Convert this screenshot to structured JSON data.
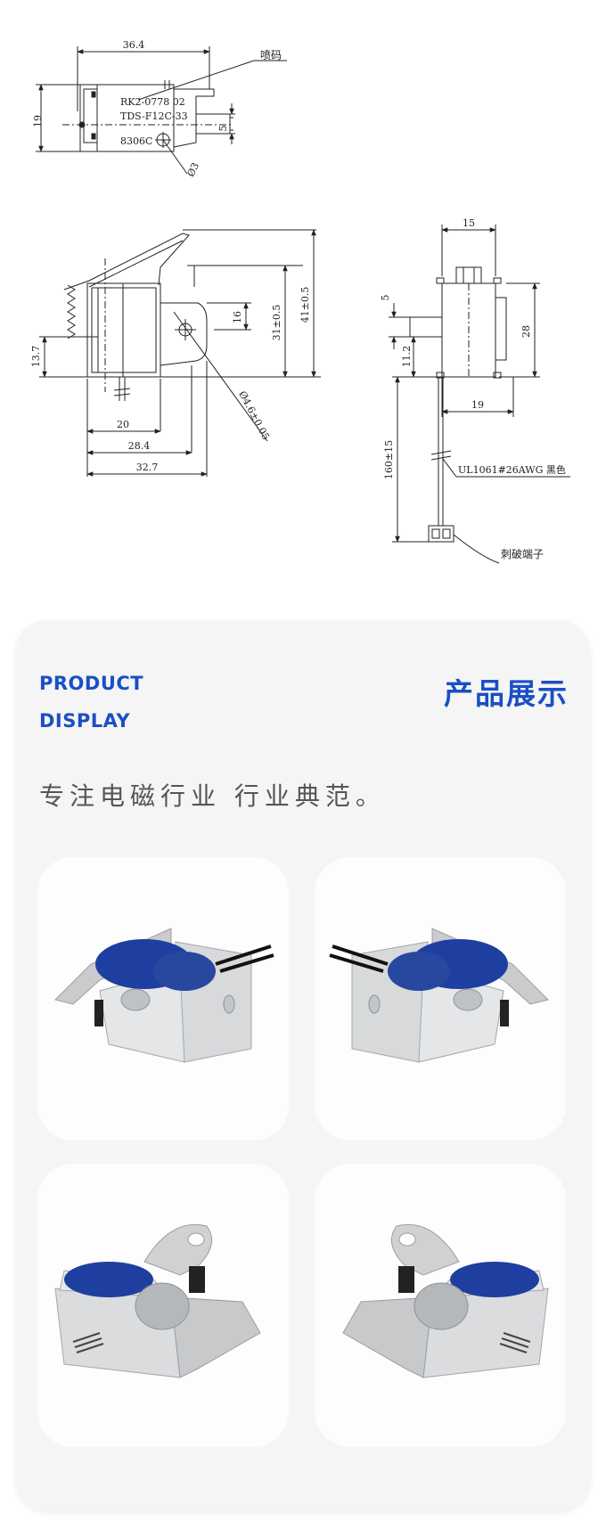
{
  "drawing_top": {
    "dim_width": "36.4",
    "dim_height": "19",
    "dim_slot": "5",
    "dim_hole": "Ø3",
    "label_print": "喷码",
    "marking_lines": [
      "RK2-0778 02",
      "TDS-F12C-33",
      "8306C"
    ]
  },
  "drawing_side": {
    "dim_20": "20",
    "dim_28_4": "28.4",
    "dim_32_7": "32.7",
    "dim_13_7": "13.7",
    "dim_16": "16",
    "dim_31": "31±0.5",
    "dim_41": "41±0.5",
    "dim_hole": "Ø4.6±0.05"
  },
  "drawing_end": {
    "dim_15": "15",
    "dim_5": "5",
    "dim_28": "28",
    "dim_11_2": "11.2",
    "dim_19": "19",
    "dim_lead": "160±15",
    "wire_label": "UL1061#26AWG  黑色",
    "terminal_label": "刺破端子"
  },
  "display": {
    "en_line1": "PRODUCT",
    "en_line2": "DISPLAY",
    "cn_title": "产品展示",
    "slogan": "专注电磁行业  行业典范。",
    "accent_color": "#1a4fc4",
    "products": [
      {
        "name": "solenoid-photo-front-left"
      },
      {
        "name": "solenoid-photo-front-right"
      },
      {
        "name": "solenoid-photo-back-left"
      },
      {
        "name": "solenoid-photo-back-right"
      }
    ]
  }
}
